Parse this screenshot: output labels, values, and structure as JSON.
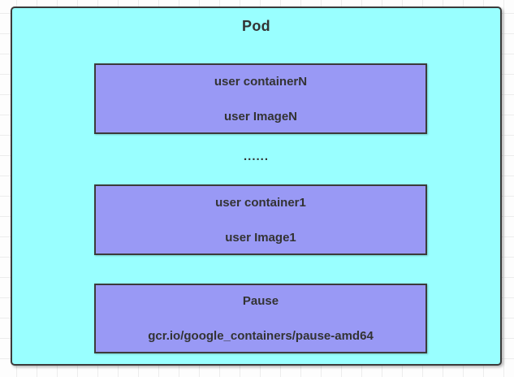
{
  "pod": {
    "title": "Pod",
    "ellipsis": "......",
    "containers": [
      {
        "name": "user containerN",
        "image": "user ImageN"
      },
      {
        "name": "user container1",
        "image": "user Image1"
      },
      {
        "name": "Pause",
        "image": "gcr.io/google_containers/pause-amd64"
      }
    ]
  },
  "colors": {
    "pod_fill": "#99FFFF",
    "container_fill": "#9999F5",
    "shape_border": "#3B3B3B",
    "text": "#333333",
    "grid_line": "#ECECEC",
    "canvas_bg": "#FDFDFD"
  }
}
